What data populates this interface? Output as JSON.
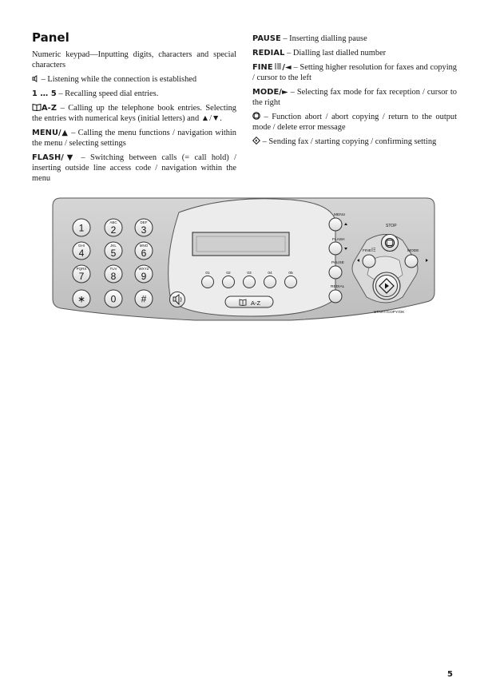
{
  "title": "Panel",
  "left_entries": [
    {
      "key": "",
      "icon": "",
      "text": "Numeric keypad—Inputting digits, characters and special characters"
    },
    {
      "key": "",
      "icon": "speaker-icon",
      "text": "– Listening while the connection is established"
    },
    {
      "key": "1 … 5",
      "icon": "",
      "text": "– Recalling speed dial entries."
    },
    {
      "key": "A-Z",
      "icon": "phonebook-icon",
      "text": "– Calling up the telephone book entries. Selecting the entries with numerical keys (initial letters) and ▲/▼."
    },
    {
      "key": "MENU/▲",
      "icon": "",
      "text": "– Calling the menu functions / navigation within the menu / selecting settings"
    },
    {
      "key": "FLASH/▼",
      "icon": "",
      "text": "– Switching between calls (= call hold) / inserting outside line access code / navigation within the menu"
    }
  ],
  "right_entries": [
    {
      "key": "PAUSE",
      "icon": "",
      "text": "– Inserting dialling pause"
    },
    {
      "key": "REDIAL",
      "icon": "",
      "text": "– Dialling last dialled number"
    },
    {
      "key": "FINE",
      "icon": "fine-icon",
      "suffix": "/◄",
      "text": "– Setting higher resolution for faxes and copying / cursor to the left"
    },
    {
      "key": "MODE/►",
      "icon": "",
      "text": "– Selecting fax mode for fax reception / cursor to the right"
    },
    {
      "key": "",
      "icon": "stop-icon",
      "text": "– Function abort / abort copying / return to the output mode / delete error message"
    },
    {
      "key": "",
      "icon": "start-icon",
      "text": "– Sending fax / starting copying / confirming setting"
    }
  ],
  "panel": {
    "keypad": [
      {
        "digit": "1",
        "letters": ""
      },
      {
        "digit": "2",
        "letters": "ABC"
      },
      {
        "digit": "3",
        "letters": "DEF"
      },
      {
        "digit": "4",
        "letters": "GHI"
      },
      {
        "digit": "5",
        "letters": "JKL"
      },
      {
        "digit": "6",
        "letters": "MNO"
      },
      {
        "digit": "7",
        "letters": "PQRS"
      },
      {
        "digit": "8",
        "letters": "TUV"
      },
      {
        "digit": "9",
        "letters": "WXYZ"
      },
      {
        "digit": "∗",
        "letters": ""
      },
      {
        "digit": "0",
        "letters": ""
      },
      {
        "digit": "#",
        "letters": ""
      }
    ],
    "speed_dials": [
      "01",
      "02",
      "03",
      "04",
      "05"
    ],
    "phonebook_label": "A-Z",
    "menu_label": "MENU",
    "flash_label": "FLASH",
    "pause_label": "PAUSE",
    "redial_label": "REDIAL",
    "stop_label": "STOP",
    "fine_label": "FINE",
    "mode_label": "MODE",
    "start_label": "START/COPY/OK"
  },
  "page_number": "5",
  "colors": {
    "panel_outer": "#c9c9c9",
    "panel_inner": "#e9e9e9",
    "text": "#1a1a1a"
  }
}
